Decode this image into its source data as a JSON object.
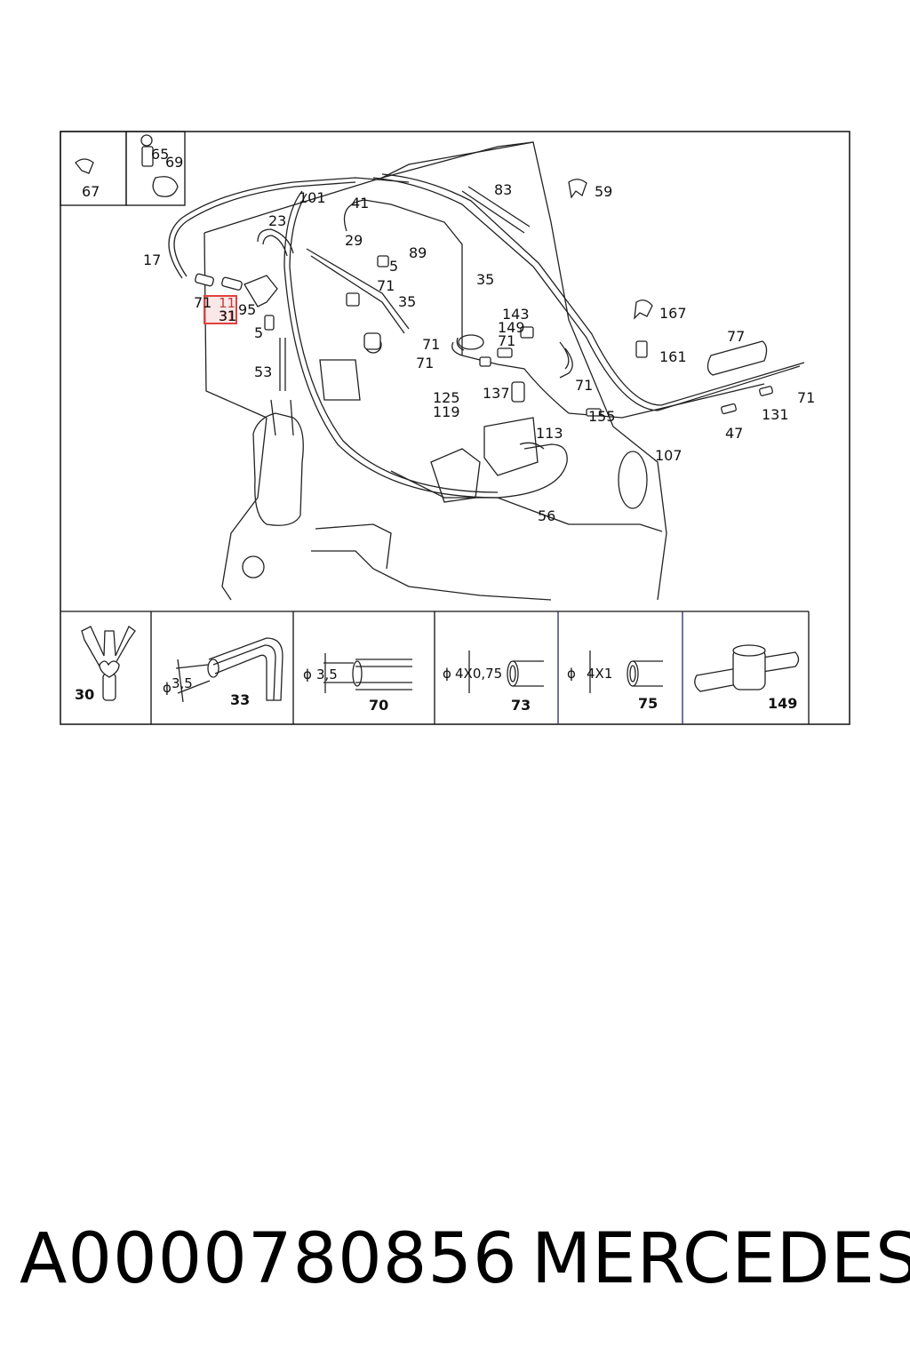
{
  "diagram": {
    "callouts": [
      "101",
      "41",
      "83",
      "59",
      "23",
      "17",
      "29",
      "5",
      "89",
      "35",
      "71",
      "95",
      "31",
      "5",
      "35",
      "71",
      "143",
      "149",
      "71",
      "167",
      "77",
      "161",
      "53",
      "71",
      "125",
      "119",
      "137",
      "113",
      "155",
      "71",
      "131",
      "71",
      "47",
      "107",
      "56",
      "67",
      "65",
      "69"
    ],
    "highlight": {
      "line1": "11",
      "line2": "31",
      "prefix": "71",
      "color": "#e0413f"
    },
    "detail_panels": [
      {
        "id": "30",
        "dim": ""
      },
      {
        "id": "33",
        "dim": "3,5",
        "symbol": "ϕ"
      },
      {
        "id": "70",
        "dim": "3,5",
        "symbol": "ϕ"
      },
      {
        "id": "73",
        "dim": "4X0,75",
        "symbol": "ϕ"
      },
      {
        "id": "75",
        "dim": "4X1",
        "symbol": "ϕ"
      },
      {
        "id": "149",
        "dim": ""
      }
    ]
  },
  "footer": {
    "part_number": "A0000780856",
    "brand": "MERCEDES"
  }
}
